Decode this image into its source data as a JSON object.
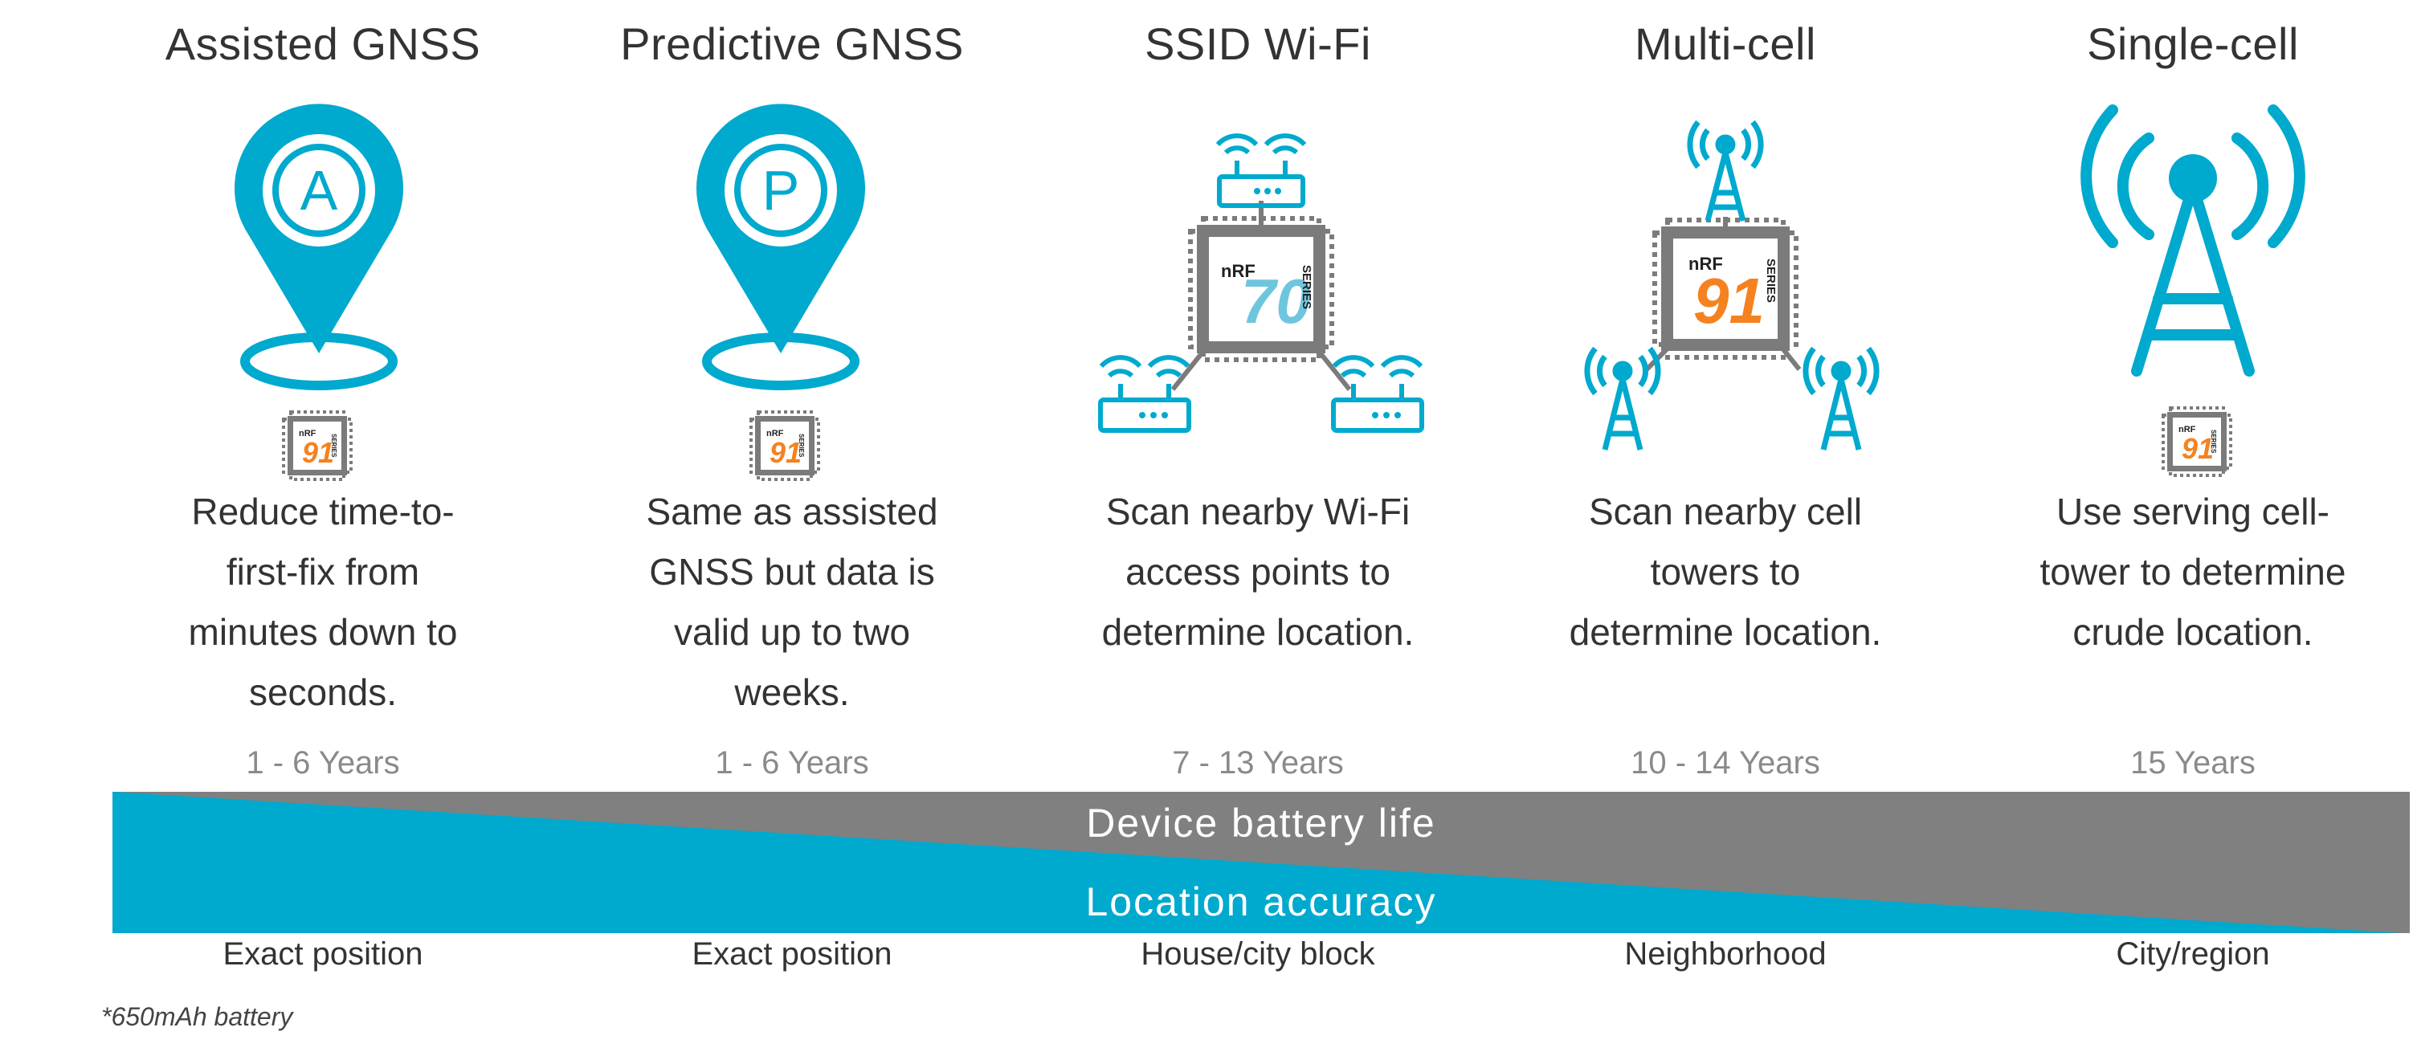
{
  "colors": {
    "accent_blue": "#00a9ce",
    "band_gray": "#808080",
    "chip_gray": "#7b7b7b",
    "chip_orange": "#f58220"
  },
  "columns": [
    {
      "title": "Assisted GNSS",
      "icon": "map-pin-a-icon",
      "pin_letter": "A",
      "chip": "nrf91-chip-icon",
      "desc": [
        "Reduce time-to-",
        "first-fix from",
        "minutes down to",
        "seconds."
      ],
      "years": "1 - 6 Years",
      "accuracy": "Exact position"
    },
    {
      "title": "Predictive GNSS",
      "icon": "map-pin-p-icon",
      "pin_letter": "P",
      "chip": "nrf91-chip-icon",
      "desc": [
        "Same as assisted",
        "GNSS but data is",
        "valid up to two",
        "weeks."
      ],
      "years": "1 - 6 Years",
      "accuracy": "Exact position"
    },
    {
      "title": "SSID Wi-Fi",
      "icon": "wifi-routers-around-chip-icon",
      "desc": [
        "Scan nearby Wi-Fi",
        "access points to",
        "determine location."
      ],
      "years": "7 - 13 Years",
      "accuracy": "House/city block"
    },
    {
      "title": "Multi-cell",
      "icon": "cell-towers-around-chip-icon",
      "desc": [
        "Scan nearby cell",
        "towers to",
        "determine location."
      ],
      "years": "10 - 14 Years",
      "accuracy": "Neighborhood"
    },
    {
      "title": "Single-cell",
      "icon": "cell-tower-icon",
      "chip": "nrf91-chip-icon",
      "desc": [
        "Use serving cell-",
        "tower to determine",
        "crude location."
      ],
      "years": "15 Years",
      "accuracy": "City/region"
    }
  ],
  "chips": {
    "nrf70": {
      "brand": "nRF",
      "number": "70",
      "series": "SERIES"
    },
    "nrf91": {
      "brand": "nRF",
      "number": "91",
      "series": "SERIES"
    }
  },
  "band": {
    "battery_label": "Device battery life",
    "accuracy_label": "Location accuracy"
  },
  "footnote": "*650mAh battery"
}
